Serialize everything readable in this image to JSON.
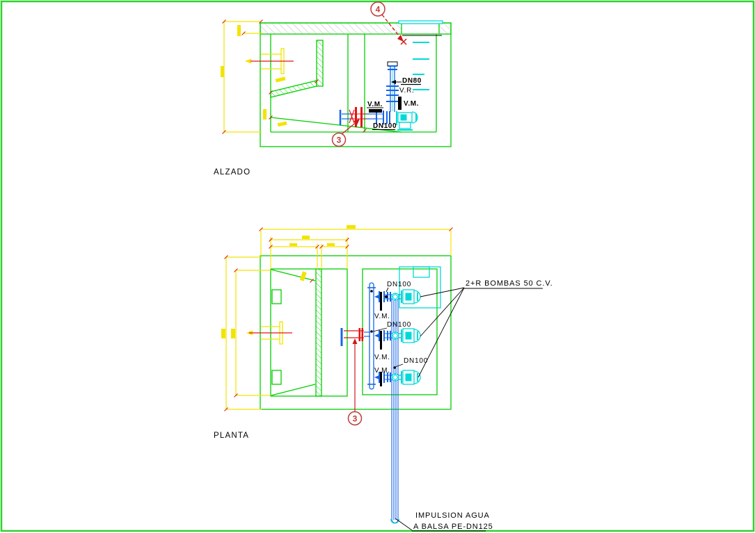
{
  "colors": {
    "frame_green": "#2ED32E",
    "structure_green": "#00CF00",
    "equipment_cyan": "#00D9D9",
    "pipe_blue": "#1565E8",
    "dimension_yellow": "#F2E400",
    "centerline_red": "#E41414",
    "callout_red": "#C03A3A",
    "hatch_gray": "#BEBEBE",
    "text_black": "#000000"
  },
  "alzado": {
    "title": "ALZADO",
    "callouts": {
      "roof_access": "4",
      "suction_wall_sleeve": "3"
    },
    "labels": {
      "riser_diameter": "DN80",
      "check_valve": "V.R.",
      "riser_valve": "V.M.",
      "suction_valve": "V.M.",
      "suction_diameter": "DN100"
    }
  },
  "planta": {
    "title": "PLANTA",
    "callouts": {
      "suction_wall_sleeve": "3"
    },
    "pump_group_note": "2+R BOMBAS 50 C.V.",
    "pump_lines": [
      {
        "diameter": "DN100",
        "valve": "V.M."
      },
      {
        "diameter": "DN100",
        "valve": "V.M."
      },
      {
        "diameter": "DN100",
        "valve": "V.M."
      }
    ],
    "discharge_note": {
      "line1": "IMPULSION AGUA",
      "line2": "A BALSA PE-DN125"
    }
  }
}
